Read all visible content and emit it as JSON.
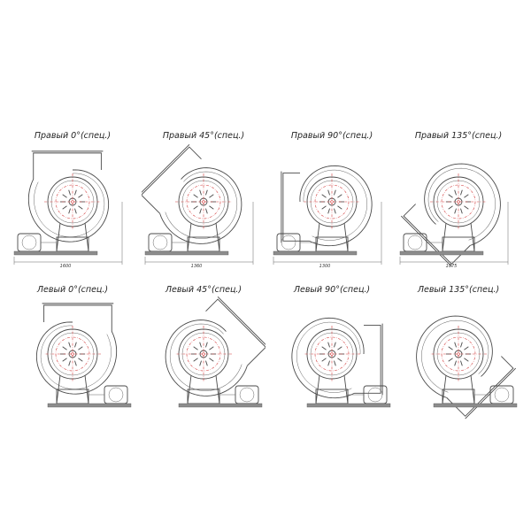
{
  "variants": [
    {
      "caption": "Правый 0°(спец.)",
      "hand": "right",
      "angle": 0,
      "dimension": "1600"
    },
    {
      "caption": "Правый 45°(спец.)",
      "hand": "right",
      "angle": 45,
      "dimension": "1360"
    },
    {
      "caption": "Правый 90°(спец.)",
      "hand": "right",
      "angle": 90,
      "dimension": "1300"
    },
    {
      "caption": "Правый 135°(спец.)",
      "hand": "right",
      "angle": 135,
      "dimension": "1075"
    },
    {
      "caption": "Левый 0°(спец.)",
      "hand": "left",
      "angle": 0,
      "dimension": ""
    },
    {
      "caption": "Левый 45°(спец.)",
      "hand": "left",
      "angle": 45,
      "dimension": ""
    },
    {
      "caption": "Левый 90°(спец.)",
      "hand": "left",
      "angle": 90,
      "dimension": ""
    },
    {
      "caption": "Левый 135°(спец.)",
      "hand": "left",
      "angle": 135,
      "dimension": ""
    }
  ],
  "colors": {
    "line": "#4a4a4a",
    "axis": "#d23a3a",
    "base": "#8d8d8d"
  }
}
